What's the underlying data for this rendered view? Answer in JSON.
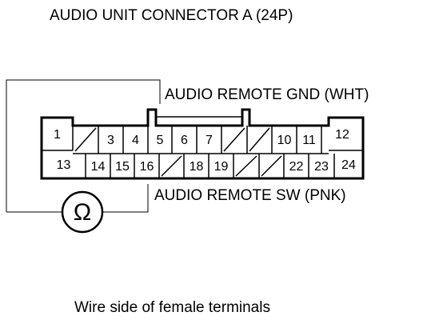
{
  "title": "AUDIO UNIT CONNECTOR A (24P)",
  "gnd_label": "AUDIO REMOTE GND (WHT)",
  "sw_label": "AUDIO REMOTE SW (PNK)",
  "ohm_symbol": "Ω",
  "footer": "Wire side of female terminals",
  "connector": {
    "top_row": [
      {
        "label": "1",
        "empty": false
      },
      {
        "label": "",
        "empty": true
      },
      {
        "label": "3",
        "empty": false
      },
      {
        "label": "4",
        "empty": false
      },
      {
        "label": "5",
        "empty": false
      },
      {
        "label": "6",
        "empty": false
      },
      {
        "label": "7",
        "empty": false
      },
      {
        "label": "",
        "empty": true
      },
      {
        "label": "",
        "empty": true
      },
      {
        "label": "10",
        "empty": false
      },
      {
        "label": "11",
        "empty": false
      },
      {
        "label": "12",
        "empty": false
      }
    ],
    "bottom_row": [
      {
        "label": "13",
        "empty": false
      },
      {
        "label": "14",
        "empty": false
      },
      {
        "label": "15",
        "empty": false
      },
      {
        "label": "16",
        "empty": false
      },
      {
        "label": "",
        "empty": true
      },
      {
        "label": "18",
        "empty": false
      },
      {
        "label": "19",
        "empty": false
      },
      {
        "label": "",
        "empty": true
      },
      {
        "label": "",
        "empty": true
      },
      {
        "label": "22",
        "empty": false
      },
      {
        "label": "23",
        "empty": false
      },
      {
        "label": "24",
        "empty": false
      }
    ]
  },
  "colors": {
    "line": "#000000",
    "background": "#ffffff"
  }
}
